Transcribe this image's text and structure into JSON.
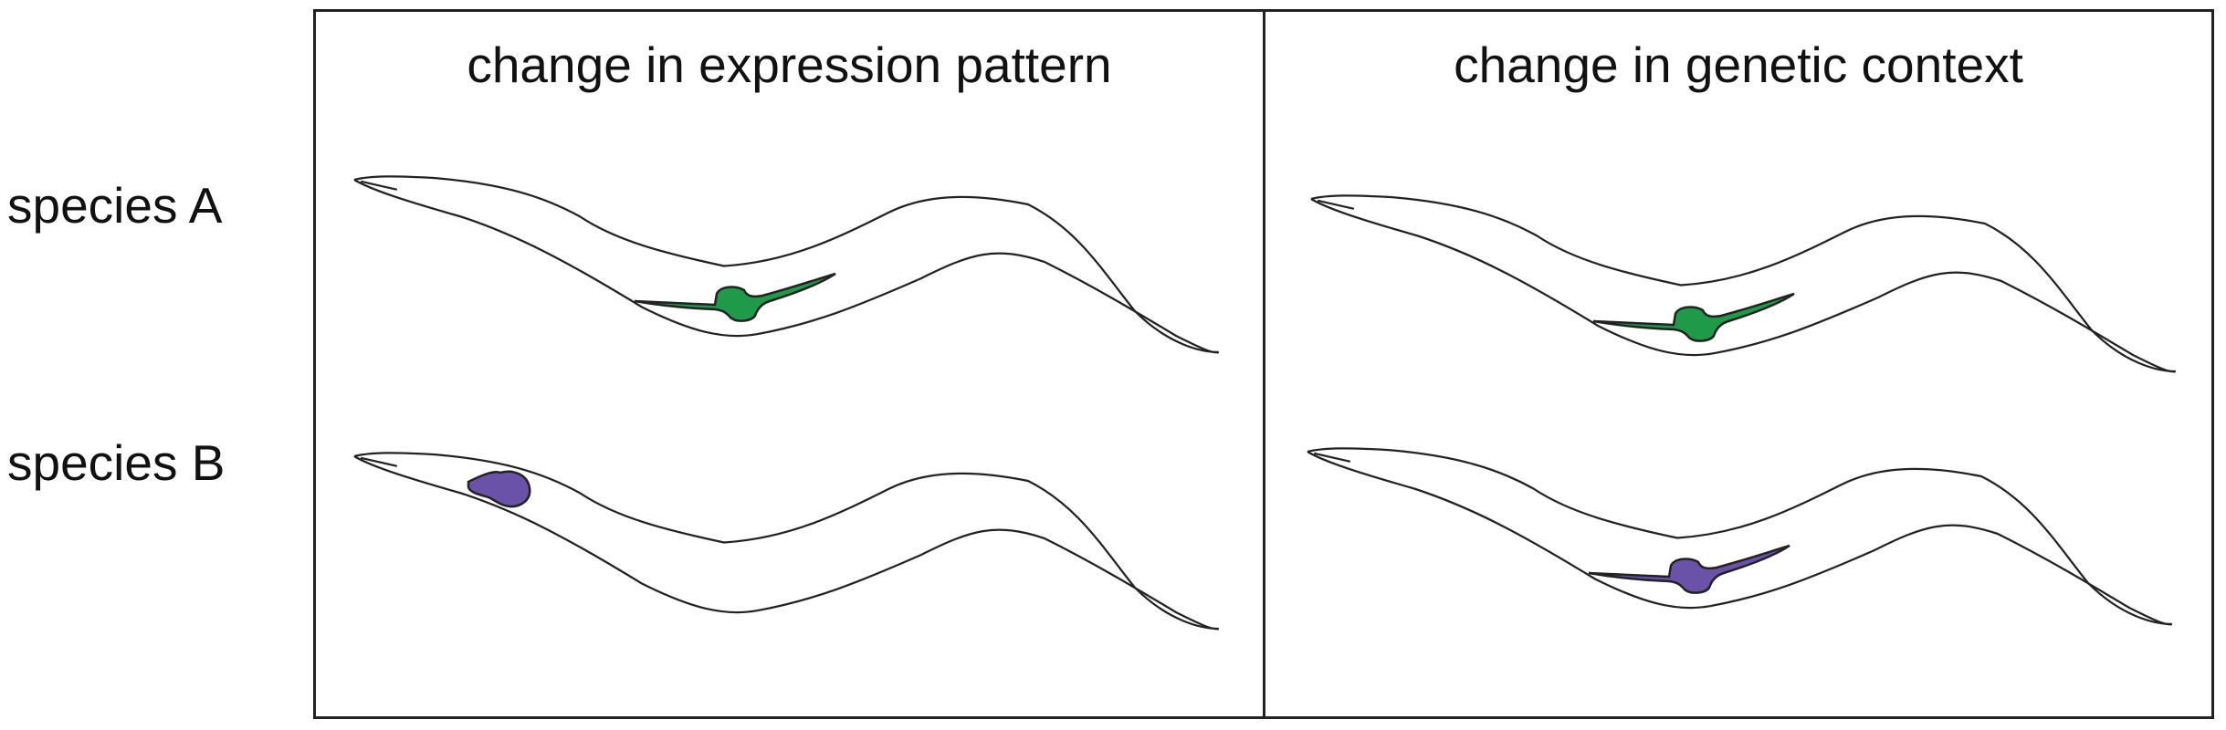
{
  "rows": {
    "species_a": "species A",
    "species_b": "species B"
  },
  "panels": {
    "left_title": "change in expression pattern",
    "right_title": "change in genetic context"
  },
  "colors": {
    "green_cells": "#1f9a48",
    "purple_cells": "#6a52a8",
    "outline": "#222222"
  }
}
